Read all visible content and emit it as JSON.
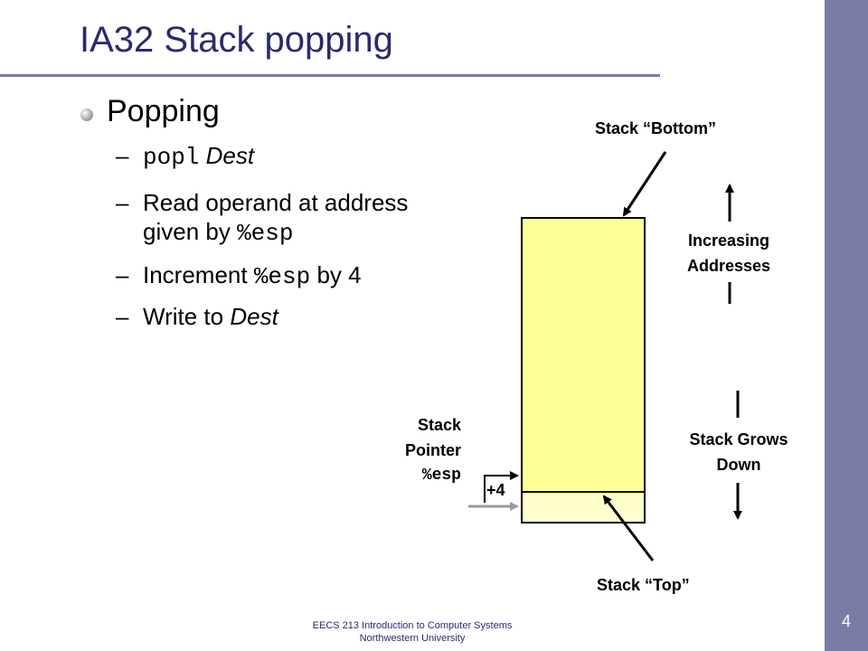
{
  "slide": {
    "title": "IA32 Stack popping",
    "bullet": "Popping",
    "items": [
      {
        "dash": "–",
        "code": "popl",
        "italic": "Dest"
      },
      {
        "dash": "–",
        "text1": "Read operand at address",
        "text2": "given by ",
        "code": "%esp"
      },
      {
        "dash": "–",
        "text1": "Increment ",
        "code": "%esp",
        "text2": " by 4"
      },
      {
        "dash": "–",
        "text1": "Write to ",
        "italic": "Dest"
      }
    ]
  },
  "diagram": {
    "bottom_label": "Stack “Bottom”",
    "top_label": "Stack “Top”",
    "increasing_line1": "Increasing",
    "increasing_line2": "Addresses",
    "grows_line1": "Stack Grows",
    "grows_line2": "Down",
    "pointer_line1": "Stack",
    "pointer_line2": "Pointer",
    "pointer_reg": "%esp",
    "increment": "+4",
    "colors": {
      "stack_fill": "#ffff99",
      "top_fill": "#ffffcc"
    }
  },
  "footer": {
    "line1": "EECS 213 Introduction to Computer Systems",
    "line2": "Northwestern University",
    "page": "4"
  },
  "theme": {
    "accent": "#7b7ba8",
    "title_color": "#2a2a6e"
  }
}
